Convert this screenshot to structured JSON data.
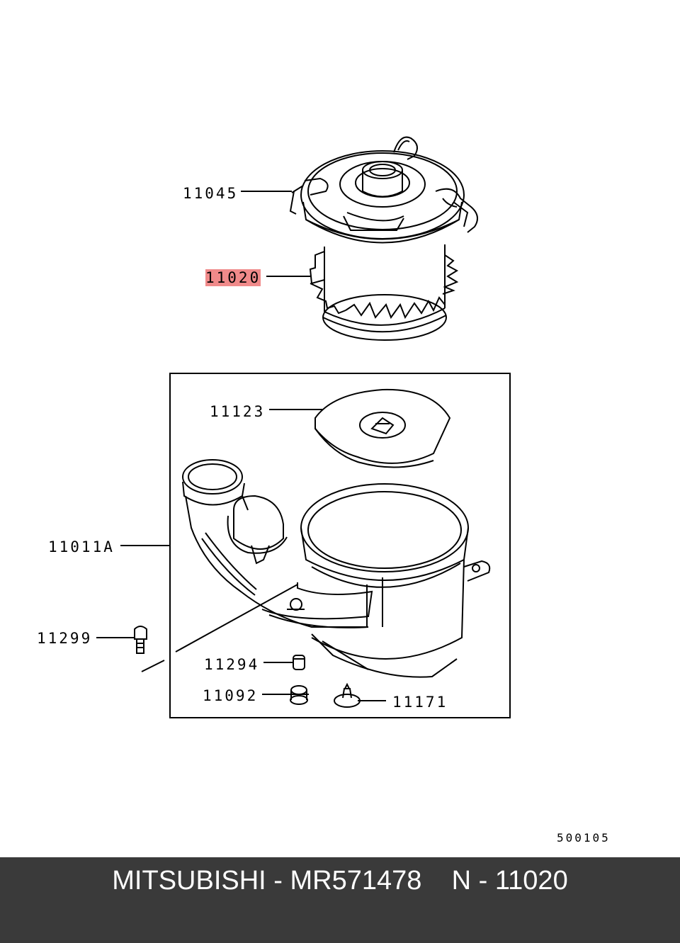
{
  "labels": {
    "p11045": "11045",
    "p11020": "11020",
    "p11123": "11123",
    "p11011a": "11011A",
    "p11299": "11299",
    "p11294": "11294",
    "p11092": "11092",
    "p11171": "11171"
  },
  "highlighted_part": "11020",
  "highlight_color": "#f08a8a",
  "reference_code": "500105",
  "footer": {
    "text": "MITSUBISHI - MR571478    N - 11020",
    "background": "#3a3a3a"
  }
}
